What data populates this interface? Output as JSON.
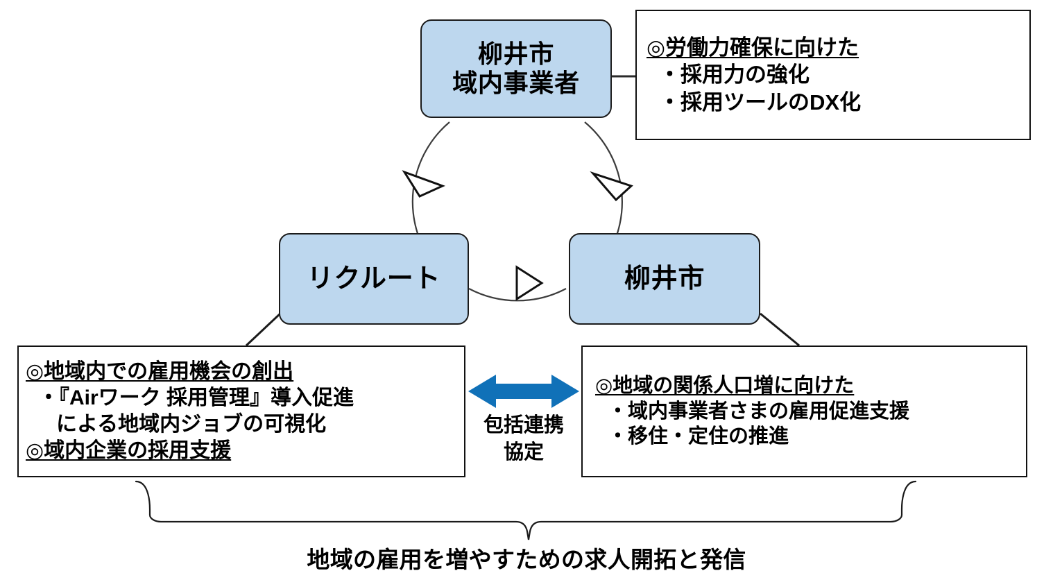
{
  "diagram": {
    "title_caption": "地域の雇用を増やすための求人開拓と発信",
    "colors": {
      "node_fill": "#bdd7ee",
      "node_border": "#1b1b1b",
      "box_border": "#111111",
      "pact_arrow": "#1071b8",
      "cycle_stroke": "#3c3c3c",
      "background": "#ffffff"
    },
    "nodes": {
      "jigyosha": {
        "line1": "柳井市",
        "line2": "域内事業者"
      },
      "recruit": {
        "line1": "リクルート"
      },
      "yanaishi": {
        "line1": "柳井市"
      }
    },
    "boxes": {
      "topright": {
        "lines": [
          "◎労働力確保に向けた",
          "・採用力の強化",
          "・採用ツールのDX化"
        ]
      },
      "bottomleft": {
        "lines": [
          "◎地域内での雇用機会の創出",
          "・『Airワーク 採用管理』導入促進",
          "による地域内ジョブの可視化",
          "◎域内企業の採用支援"
        ]
      },
      "bottomright": {
        "lines": [
          "◎地域の関係人口増に向けた",
          "・域内事業者さまの雇用促進支援",
          "・移住・定住の推進"
        ]
      }
    },
    "pact": {
      "label_line1": "包括連携",
      "label_line2": "協定",
      "arrow_icon": "double-headed-horizontal-arrow"
    },
    "cycle": {
      "arrow_icon": "hollow-triangle-arrowhead",
      "arc_count": 3
    }
  }
}
